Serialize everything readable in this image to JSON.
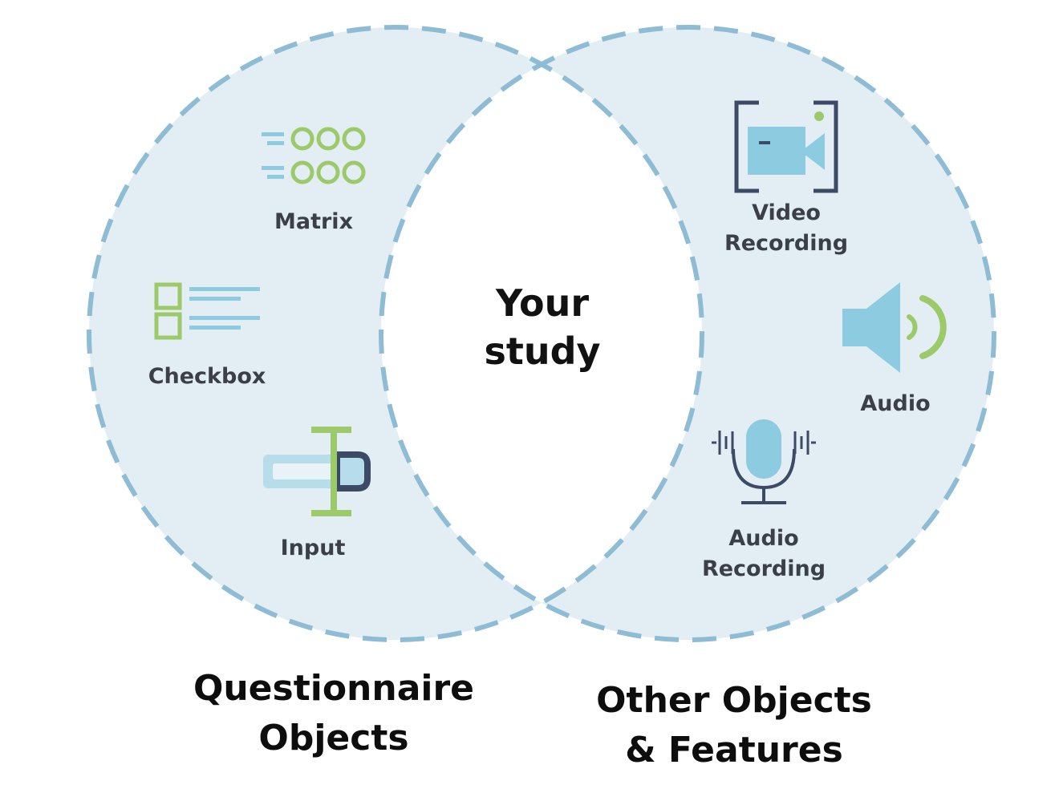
{
  "center_label": [
    "Your",
    "study"
  ],
  "left_set": {
    "title": [
      "Questionnaire",
      "Objects"
    ],
    "items": [
      {
        "label": [
          "Matrix"
        ],
        "icon": "matrix-icon"
      },
      {
        "label": [
          "Checkbox"
        ],
        "icon": "checkbox-icon"
      },
      {
        "label": [
          "Input"
        ],
        "icon": "input-icon"
      }
    ]
  },
  "right_set": {
    "title": [
      "Other Objects",
      "& Features"
    ],
    "items": [
      {
        "label": [
          "Video",
          "Recording"
        ],
        "icon": "video-camera-icon"
      },
      {
        "label": [
          "Audio"
        ],
        "icon": "speaker-icon"
      },
      {
        "label": [
          "Audio",
          "Recording"
        ],
        "icon": "microphone-icon"
      }
    ]
  },
  "colors": {
    "circle_fill": "#e3eef4",
    "circle_stroke": "#8dbcd4",
    "green": "#9cc969",
    "light_blue": "#8ccbe0",
    "navy": "#3d4a66"
  }
}
